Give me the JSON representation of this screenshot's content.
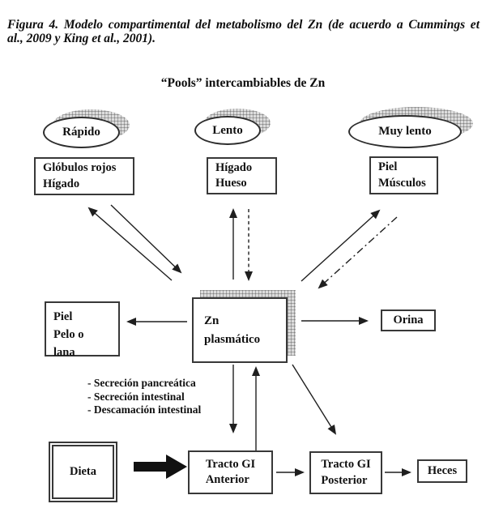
{
  "caption": {
    "line1": "Figura 4. Modelo compartimental del metabolismo del Zn (de acuerdo a Cummings et",
    "line2": "al., 2009 y King et al., 2001)."
  },
  "diagram": {
    "heading": "“Pools” intercambiables de Zn",
    "pools": [
      {
        "label": "Rápido"
      },
      {
        "label": "Lento"
      },
      {
        "label": "Muy lento"
      }
    ],
    "boxes": {
      "globulos": {
        "line1": "Glóbulos rojos",
        "line2": "Hígado"
      },
      "higado_hueso": {
        "line1": "Hígado",
        "line2": "Hueso"
      },
      "piel_musculos": {
        "line1": "Piel",
        "line2": "Músculos"
      },
      "zn_plasmatico": {
        "line1": "Zn",
        "line2": "plasmático"
      },
      "piel_pelo_lana": {
        "line1": "Piel",
        "line2a": "Pelo",
        "line2b": "o",
        "line3": "lana"
      },
      "orina": {
        "label": "Orina"
      },
      "dieta": {
        "label": "Dieta"
      },
      "gi_anterior": {
        "line1": "Tracto GI",
        "line2": "Anterior"
      },
      "gi_posterior": {
        "line1": "Tracto GI",
        "line2": "Posterior"
      },
      "heces": {
        "label": "Heces"
      }
    },
    "secretions": [
      "- Secreción pancreática",
      "- Secreción intestinal",
      "- Descamación intestinal"
    ],
    "edges": [
      {
        "from": "zn_plasmatico",
        "to": "globulos",
        "style": "solid"
      },
      {
        "from": "globulos",
        "to": "zn_plasmatico",
        "style": "solid"
      },
      {
        "from": "zn_plasmatico",
        "to": "higado_hueso",
        "style": "solid"
      },
      {
        "from": "higado_hueso",
        "to": "zn_plasmatico",
        "style": "dashed"
      },
      {
        "from": "zn_plasmatico",
        "to": "piel_musculos",
        "style": "solid"
      },
      {
        "from": "piel_musculos",
        "to": "zn_plasmatico",
        "style": "dash-dot"
      },
      {
        "from": "zn_plasmatico",
        "to": "piel_pelo_lana",
        "style": "solid"
      },
      {
        "from": "zn_plasmatico",
        "to": "orina",
        "style": "solid"
      },
      {
        "from": "zn_plasmatico",
        "to": "gi_anterior",
        "style": "solid"
      },
      {
        "from": "gi_anterior",
        "to": "zn_plasmatico",
        "style": "solid"
      },
      {
        "from": "zn_plasmatico",
        "to": "gi_posterior",
        "style": "solid"
      },
      {
        "from": "dieta",
        "to": "gi_anterior",
        "style": "thick"
      },
      {
        "from": "gi_anterior",
        "to": "gi_posterior",
        "style": "solid"
      },
      {
        "from": "gi_posterior",
        "to": "heces",
        "style": "solid"
      }
    ],
    "colors": {
      "line": "#1f1f1f",
      "box_border": "#383838",
      "shadow_fill": "#dcdcdc"
    }
  }
}
